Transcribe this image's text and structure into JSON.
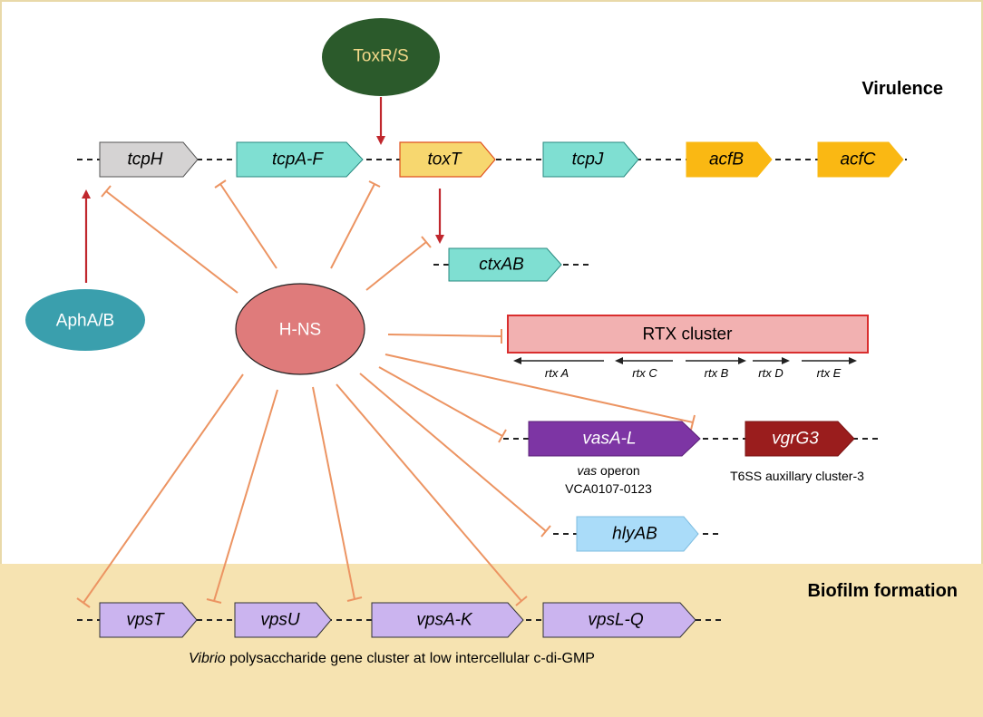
{
  "colors": {
    "frame": "#e9d9a9",
    "biofilm_bg": "#f6e3b1",
    "repression": "#ec9462",
    "activation": "#c0272d",
    "tcpH": "#d5d3d3",
    "tcp": "#7fdfd2",
    "toxT": "#f7d76f",
    "acf": "#fab813",
    "hns": "#df7b7b",
    "aph": "#3a9fad",
    "toxrs": "#2b5a2b",
    "rtx_fill": "#f2b1b1",
    "rtx_border": "#d92e2e",
    "vas": "#7d35a4",
    "vgr": "#9a1d1d",
    "hly": "#aadcf9",
    "vps": "#cbb4ef"
  },
  "sections": {
    "virulence": "Virulence",
    "biofilm": "Biofilm formation"
  },
  "regulators": {
    "toxrs": "ToxR/S",
    "hns": "H-NS",
    "aphab": "AphA/B"
  },
  "genes": {
    "tcpH": "tcpH",
    "tcpAF": "tcpA-F",
    "toxT": "toxT",
    "tcpJ": "tcpJ",
    "acfB": "acfB",
    "acfC": "acfC",
    "ctxAB": "ctxAB",
    "vasAL": "vasA-L",
    "vgrG3": "vgrG3",
    "hlyAB": "hlyAB",
    "vpsT": "vpsT",
    "vpsU": "vpsU",
    "vpsAK": "vpsA-K",
    "vpsLQ": "vpsL-Q"
  },
  "rtx": {
    "title": "RTX cluster",
    "subgenes": [
      "rtx A",
      "rtx C",
      "rtx B",
      "rtx D",
      "rtx E"
    ]
  },
  "notes": {
    "vas_italic": "vas",
    "vas_operon": " operon",
    "vas_loci": "VCA0107-0123",
    "t6ss": "T6SS auxillary cluster-3",
    "vps_italic": "Vibrio",
    "vps_rest": " polysaccharide gene cluster at low intercellular c-di-GMP"
  }
}
